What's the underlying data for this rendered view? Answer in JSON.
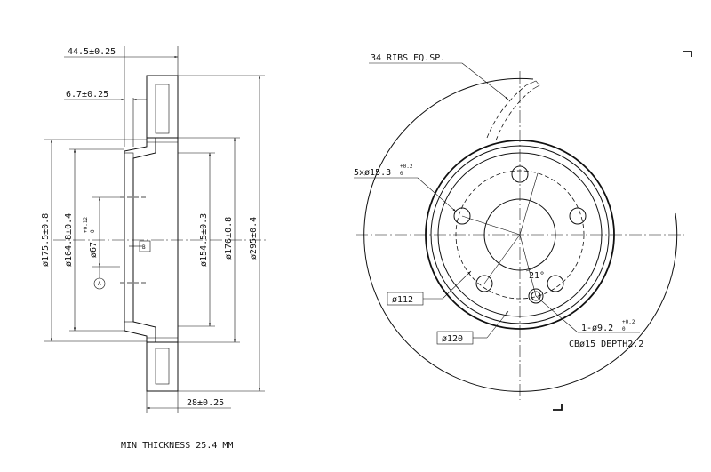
{
  "side_view": {
    "dim_hat_height": "44.5±0.25",
    "dim_hat_wall": "6.7±0.25",
    "dim_d1": "ø175.5±0.8",
    "dim_d2": "ø164.8±0.4",
    "dim_pilot_main": "ø67",
    "dim_pilot_tol": "+0.12",
    "dim_pilot_tol2": "0",
    "dim_d3": "ø154.5±0.3",
    "dim_d4": "ø176±0.8",
    "dim_outer": "ø295±0.4",
    "dim_thickness": "28±0.25",
    "datum_a": "A",
    "datum_b": "B"
  },
  "front_view": {
    "ribs": "34 RIBS EQ.SP.",
    "bolt_holes_main": "5xø15.3",
    "bolt_holes_tol": "+0.2",
    "bolt_holes_tol2": "0",
    "pcd_inner": "ø112",
    "pcd_outer": "ø120",
    "angle": "21°",
    "screw_main": "1-ø9.2",
    "screw_tol": "+0.2",
    "screw_tol2": "0",
    "counterbore": "CBø15 DEPTH2.2"
  },
  "note": "MIN THICKNESS 25.4 MM"
}
